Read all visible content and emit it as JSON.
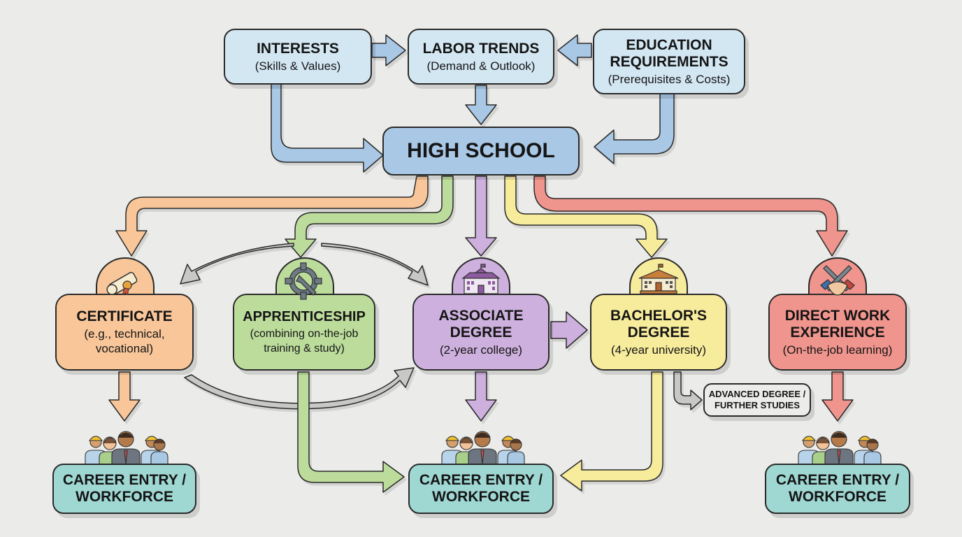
{
  "top": {
    "interests": {
      "title": "INTERESTS",
      "sub": "(Skills & Values)"
    },
    "labor": {
      "title": "LABOR TRENDS",
      "sub": "(Demand & Outlook)"
    },
    "education": {
      "title_1": "EDUCATION",
      "title_2": "REQUIREMENTS",
      "sub": "(Prerequisites & Costs)"
    }
  },
  "high_school": {
    "title": "HIGH SCHOOL"
  },
  "paths": {
    "certificate": {
      "title": "CERTIFICATE",
      "sub_1": "(e.g., technical,",
      "sub_2": "vocational)",
      "icon": "diploma-scroll-icon",
      "color": "#f8c699"
    },
    "apprenticeship": {
      "title": "APPRENTICESHIP",
      "sub_1": "(combining on-the-job",
      "sub_2": "training & study)",
      "icon": "gear-wrench-icon",
      "color": "#bcdc9c"
    },
    "associate": {
      "title_1": "ASSOCIATE",
      "title_2": "DEGREE",
      "sub": "(2-year college)",
      "icon": "college-building-icon",
      "color": "#cdb0dd"
    },
    "bachelor": {
      "title_1": "BACHELOR'S",
      "title_2": "DEGREE",
      "sub": "(4-year university)",
      "icon": "university-building-icon",
      "color": "#f7eb9c"
    },
    "work": {
      "title_1": "DIRECT WORK",
      "title_2": "EXPERIENCE",
      "sub": "(On-the-job learning)",
      "icon": "handshake-tools-icon",
      "color": "#f0958d"
    }
  },
  "advanced": {
    "title_1": "ADVANCED DEGREE /",
    "title_2": "FURTHER STUDIES"
  },
  "careers": [
    {
      "title_1": "CAREER ENTRY /",
      "title_2": "WORKFORCE"
    },
    {
      "title_1": "CAREER ENTRY /",
      "title_2": "WORKFORCE"
    },
    {
      "title_1": "CAREER ENTRY /",
      "title_2": "WORKFORCE"
    }
  ]
}
